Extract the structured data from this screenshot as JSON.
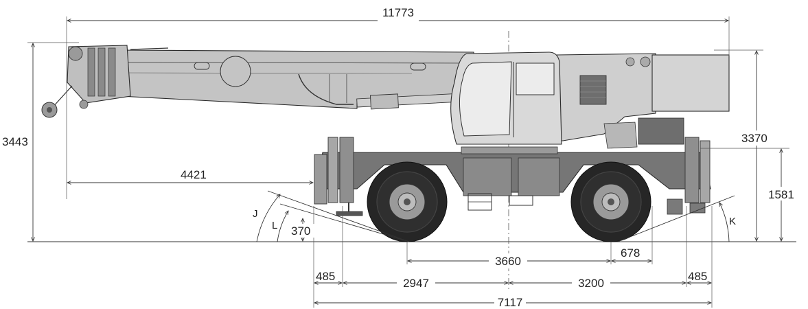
{
  "drawing": {
    "subject": "Rough terrain crane side elevation",
    "units": "mm"
  },
  "dimensions": {
    "overall_length": "11773",
    "overall_height": "3443",
    "cab_height": "3370",
    "boom_overhang": "4421",
    "chassis_height": "1581",
    "ground_clearance": "370",
    "wheelbase": "3660",
    "rear_overhang_to_outrigger": "678",
    "front_outrigger_offset": "485",
    "front_axle_to_center": "2947",
    "center_to_rear_outrigger": "3200",
    "rear_outrigger_offset": "485",
    "outrigger_span": "7117"
  },
  "angles": {
    "approach_outer": "J",
    "approach_inner": "L",
    "departure": "K"
  },
  "colors": {
    "body_grey": "#bdbdbd",
    "chassis_dark": "#707070",
    "tire_black": "#262626",
    "rim_grey": "#9a9a9a",
    "line": "#333333"
  }
}
